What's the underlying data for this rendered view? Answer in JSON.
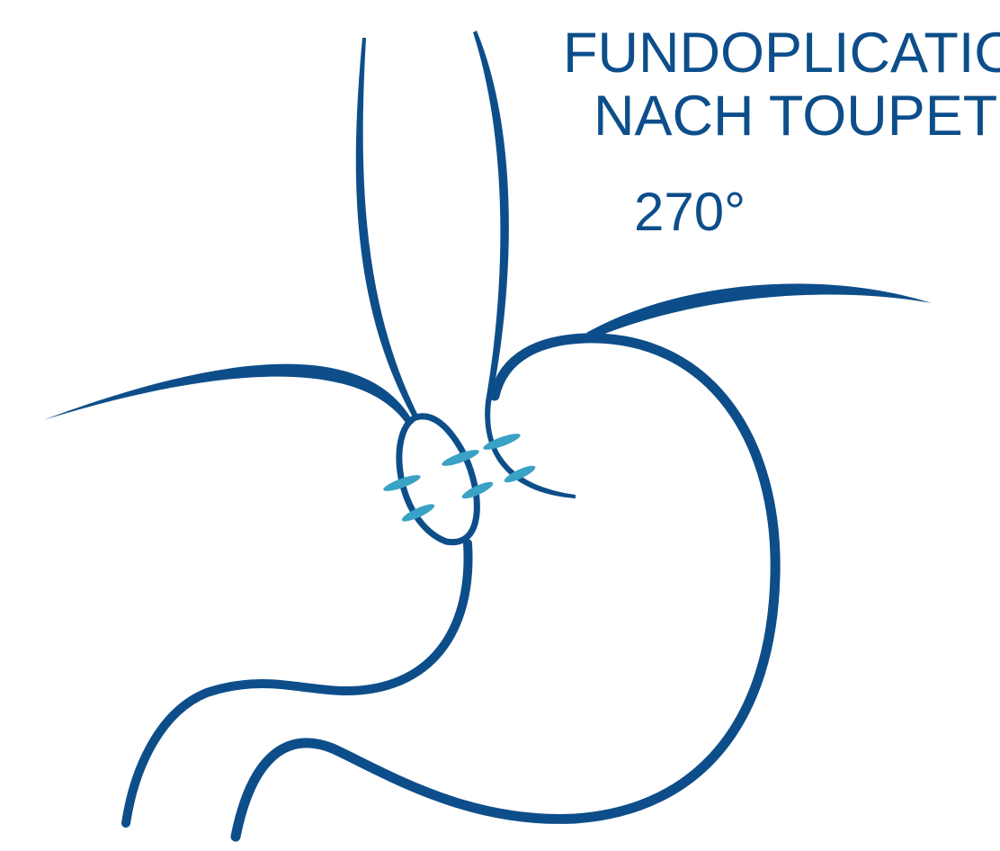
{
  "title": {
    "line1": "FUNDOPLICATIO",
    "line2": "NACH TOUPET",
    "angle": "270°"
  },
  "colors": {
    "outline": "#0d4e8a",
    "suture": "#3aa2c4",
    "background": "#ffffff"
  },
  "suture_count": 6
}
